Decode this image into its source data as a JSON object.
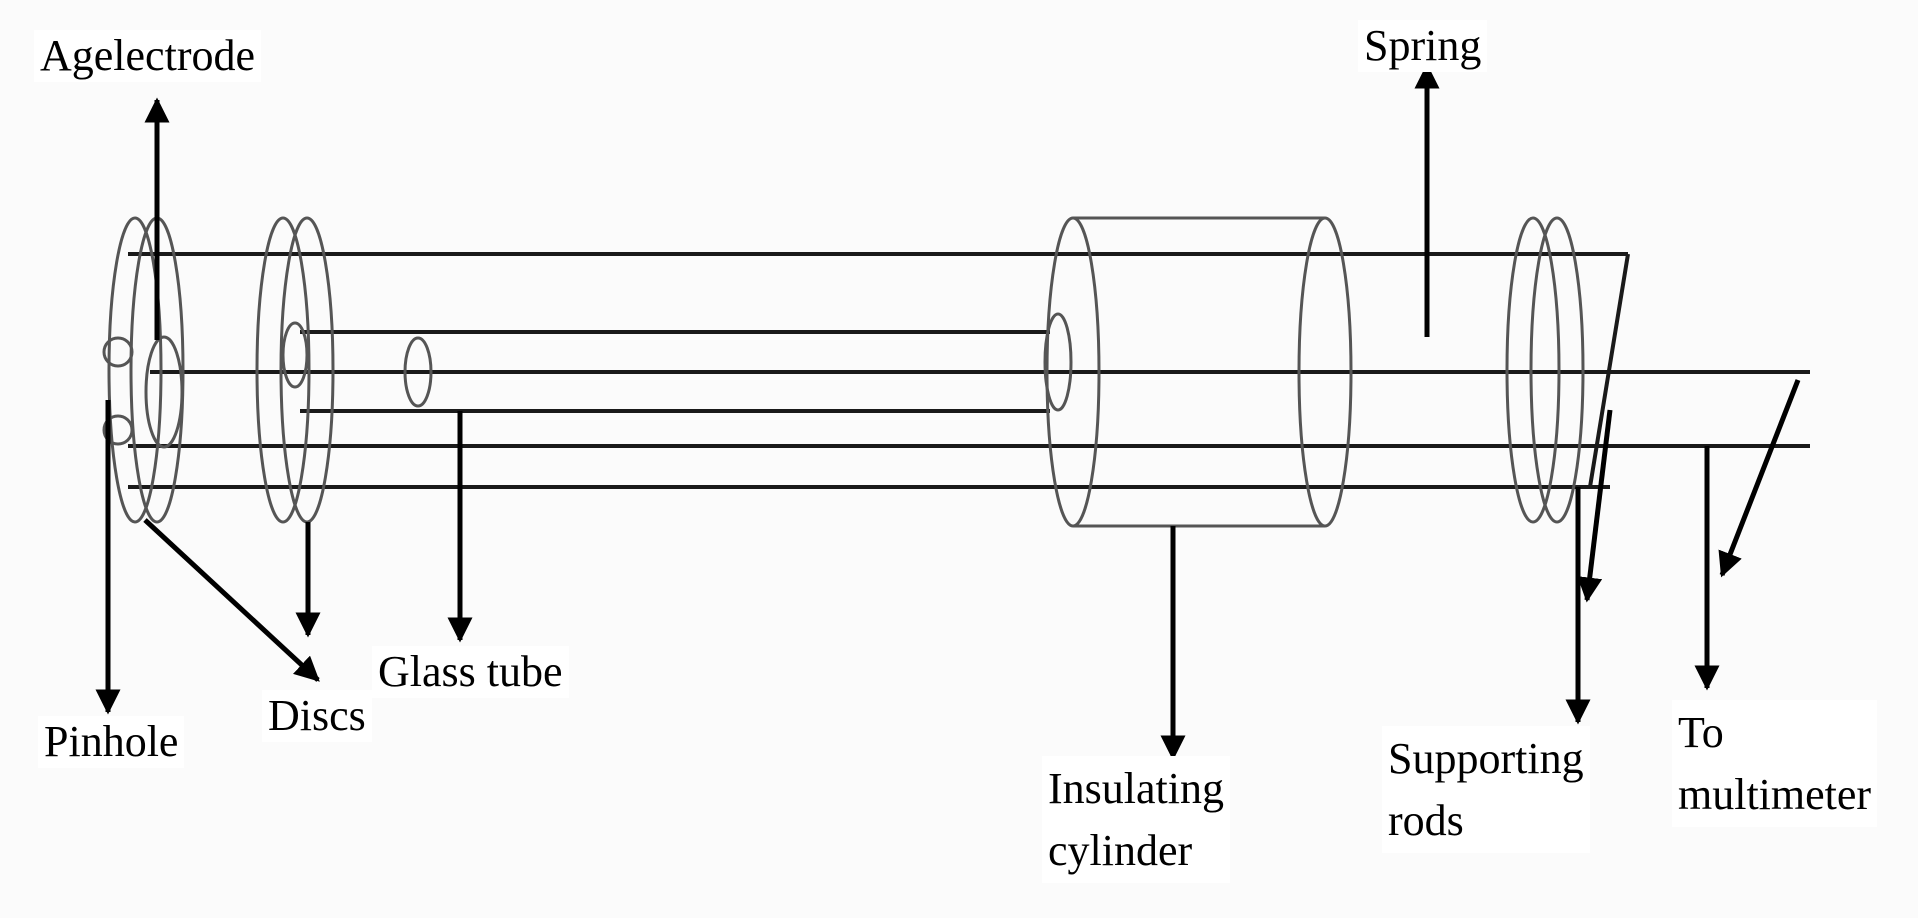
{
  "labels": {
    "agelectrode": "Agelectrode",
    "spring": "Spring",
    "pinhole": "Pinhole",
    "discs": "Discs",
    "glass_tube": "Glass tube",
    "insulating_cylinder_line1": "Insulating",
    "insulating_cylinder_line2": "cylinder",
    "supporting_rods_line1": "Supporting",
    "supporting_rods_line2": "rods",
    "to_multimeter_line1": "To",
    "to_multimeter_line2": "multimeter"
  }
}
